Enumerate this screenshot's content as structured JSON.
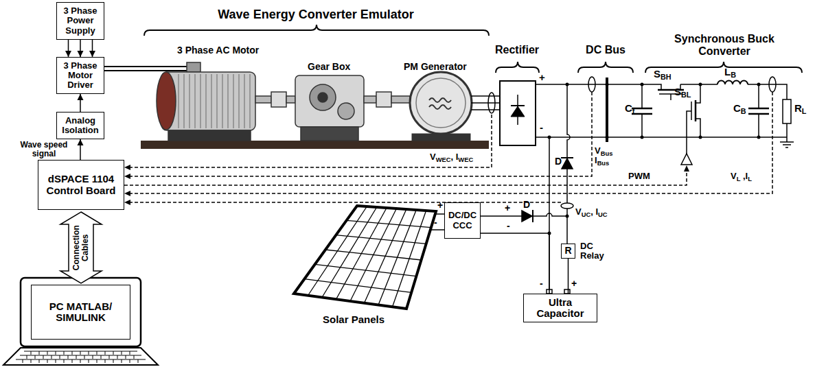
{
  "diagram": {
    "nodes": [
      {
        "text": [
          "3 Phase Power Supply"
        ]
      },
      {
        "text": [
          "3 Phase Motor Driver"
        ]
      },
      {
        "text": [
          "Analog Isolation"
        ]
      },
      {
        "text": [
          "dSPACE 1104 Control Board"
        ]
      },
      {
        "text": [
          "PC MATLAB/ SIMULINK"
        ]
      },
      {
        "text": [
          "DC/DC CCC"
        ]
      },
      {
        "text": [
          "R"
        ]
      },
      {
        "text": [
          "Ultra Capacitor"
        ]
      }
    ],
    "edges": [
      {
        "from": 0,
        "to": 1,
        "arrow": "to"
      },
      {
        "from": 2,
        "to": 1,
        "arrow": "to"
      },
      {
        "from": 3,
        "to": 2,
        "arrow": "to",
        "label": "Wave speed signal"
      },
      {
        "from": 3,
        "to": 4,
        "arrow": "both",
        "label": "Connection Cables"
      },
      {
        "from": 5,
        "to": 7,
        "arrow": "none"
      },
      {
        "from": 6,
        "to": 7,
        "arrow": "none"
      }
    ],
    "labels": [
      "Wave Energy Converter Emulator",
      "3 Phase AC Motor",
      "Gear Box",
      "PM Generator",
      "Rectifier",
      "DC Bus",
      "Synchronous Buck Converter",
      "+",
      "-",
      "Cf",
      "SBH",
      "LB",
      "SBL",
      "CB",
      "RL",
      "VWEC, IWEC",
      "D",
      "VBus IBus",
      "PWM",
      "VL ,IL",
      "VUC, IUC",
      "DC Relay",
      "Solar Panels",
      "+",
      "-",
      "+",
      "D",
      "-",
      "-",
      "+"
    ]
  }
}
